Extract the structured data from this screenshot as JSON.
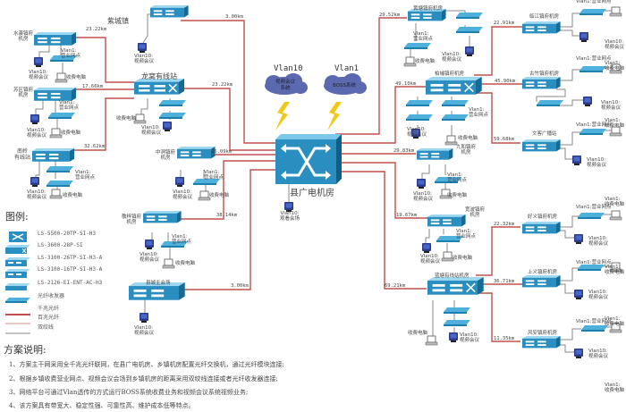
{
  "colors": {
    "gigabit_fiber": "#c0504d",
    "hundred_fiber": "#d98c8a",
    "twisted_pair": "#888888",
    "switch_blue": "#2a8fc0",
    "cloud": "#5b69b0",
    "lightning": "#f2c818"
  },
  "core": {
    "label": "县广电机房",
    "terminal": {
      "line1": "Vlan10:",
      "line2": "观看会场"
    }
  },
  "clouds": [
    {
      "vlan": "Vlan10",
      "text1": "视频会议",
      "text2": "系统"
    },
    {
      "vlan": "Vlan1",
      "text1": "BOSS系统",
      "text2": ""
    }
  ],
  "nodes": {
    "shuiyan": {
      "line1": "水袭镇府",
      "line2": "机房"
    },
    "zicheng": {
      "line1": "紫城镇",
      "line2": ""
    },
    "longwo": {
      "line1": "龙窝有线站",
      "line2": ""
    },
    "suqu": {
      "line1": "苏区镇府",
      "line2": "机房"
    },
    "nanling": {
      "line1": "南岭",
      "line2": "有线站"
    },
    "zhongdong": {
      "line1": "中洞镇府",
      "line2": "机房"
    },
    "yinshan": {
      "line1": "敬梓镇府",
      "line2": "机房"
    },
    "xianchengzhuhuichang": {
      "line1": "县城主会场",
      "line2": ""
    },
    "huangtang": {
      "line1": "黄塘镇府机房",
      "line2": ""
    },
    "boshan": {
      "line1": "柏埔镇府机房",
      "line2": ""
    },
    "linjiang": {
      "line1": "临江镇府机房",
      "line2": ""
    },
    "guzhu": {
      "line1": "古竹镇府机房",
      "line2": ""
    },
    "wenke": {
      "line1": "文客广播站",
      "line2": ""
    },
    "jiuhe": {
      "line1": "九和镇府",
      "line2": "机房"
    },
    "kuanpo": {
      "line1": "宽波镇府",
      "line2": "机房"
    },
    "haoyi": {
      "line1": "好义镇府机房",
      "line2": ""
    },
    "lantang": {
      "line1": "蓝塘有线站机房",
      "line2": ""
    },
    "shangyi": {
      "line1": "上义镇府机房",
      "line2": ""
    },
    "fengan": {
      "line1": "风安镇府机房",
      "line2": ""
    }
  },
  "distances": {
    "shuiyan": "23.22km",
    "zicheng": "3.00km",
    "suqu": "17.66km",
    "longwo": "23.22km",
    "nanling": "32.62km",
    "zhongdong": "26.09km",
    "yinshan": "38.14km",
    "xianchengzhuhuichang": "3.00km",
    "huangtang": "29.52km",
    "boshan": "49.10km",
    "linjiang": "22.91km",
    "guzhu": "45.90km",
    "wenke": "59.68km",
    "jiuhe": "29.83km",
    "kuanpo": "19.67km",
    "haoyi": "22.32km",
    "lantang": "69.21km",
    "shangyi": "36.71km",
    "fengan": "11.35km"
  },
  "terminal_labels": {
    "vlan1_business": {
      "line1": "Vlan1:",
      "line2": "营业网点"
    },
    "vlan1_business_inline": "Vlan1:营业网点",
    "vlan10_video": {
      "line1": "Vlan10:",
      "line2": "视频会议"
    },
    "vlan1_billing": {
      "line1": "Vlan1:",
      "line2": "收费电脑"
    },
    "billing_pc": "收费电脑"
  },
  "legend": {
    "title": "图例:",
    "items": [
      {
        "icon": "core-switch-icon",
        "label": "LS-5500-20TP-SI-H3"
      },
      {
        "icon": "l3-switch-icon",
        "label": "LS-3600-28P-SI"
      },
      {
        "icon": "access-switch-26-icon",
        "label": "LS-3100-26TP-SI-H3-A"
      },
      {
        "icon": "access-switch-16-icon",
        "label": "LS-3100-16TP-SI-H3-A"
      },
      {
        "icon": "access-switch-2126-icon",
        "label": "LS-2126-EI-ENT-AC-H3"
      },
      {
        "icon": "fiber-transceiver-icon",
        "label": "光纤收发器"
      },
      {
        "icon": "gigabit-fiber-line",
        "label": "千兆光纤"
      },
      {
        "icon": "hundred-fiber-line",
        "label": "百兆光纤"
      },
      {
        "icon": "twisted-pair-line",
        "label": "双绞线"
      }
    ]
  },
  "scheme": {
    "title": "方案说明:",
    "items": [
      "1、方案主干网采用全千兆光纤联网，在县广电机房、乡镇机房配置光纤交换机，通过光纤模块连接;",
      "2、根据乡镇收费营业网点、视频会议会场到乡镇机房的距离采用双绞线连接或者光纤收发器连接;",
      "3、网络平台可通过Vlan透传的方式运行BOSS系统收费业务和视频会议系统视频业务;",
      "4、该方案具有带宽大、稳定性强、可靠性高、维护成本低等特点。"
    ]
  }
}
